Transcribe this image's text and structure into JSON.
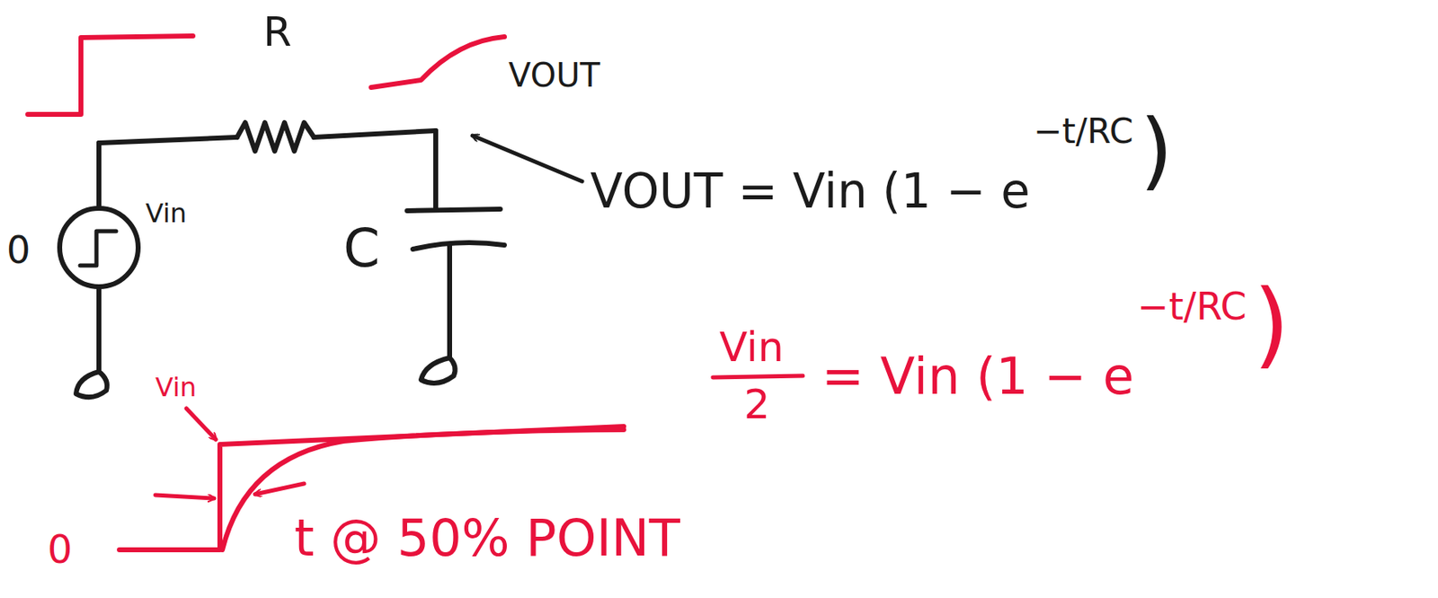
{
  "diagram": {
    "labels": [
      "R",
      "VOUT",
      "0",
      "Vin",
      "C",
      "VOUT = Vin (1 − e",
      "−t/RC",
      ")",
      "Vin",
      "2",
      "= Vin (1 − e",
      "−t/RC",
      ")",
      "Vin",
      "0",
      "t @ 50% POINT"
    ]
  }
}
